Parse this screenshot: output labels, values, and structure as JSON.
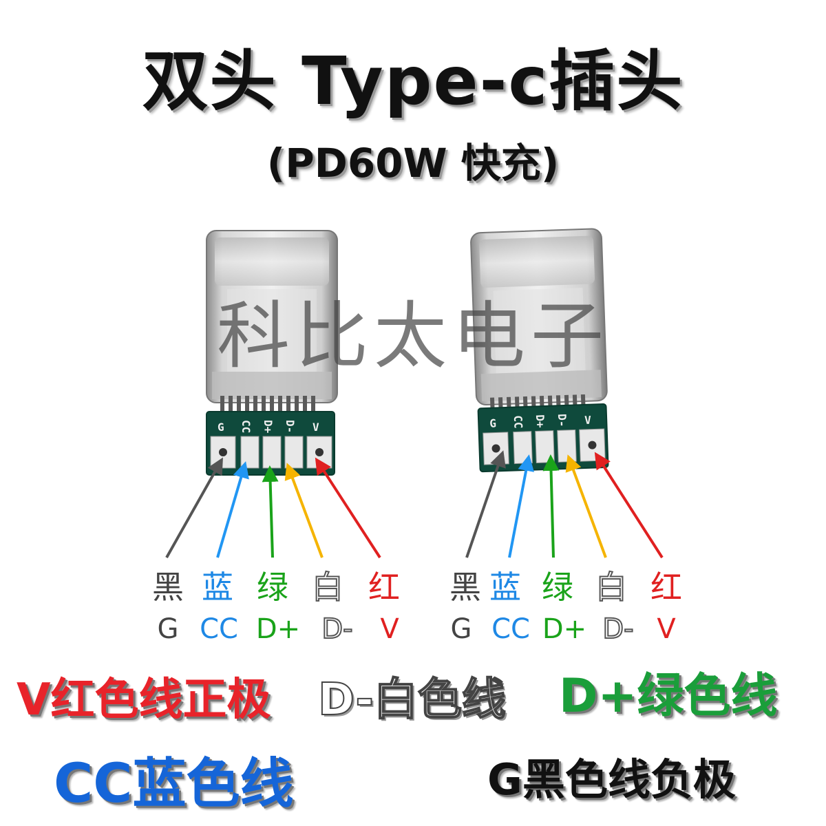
{
  "title": "双头 Type-c插头",
  "subtitle": "(PD60W 快充)",
  "watermark": "科比太电子",
  "board_silkscreen": [
    "G",
    "CC",
    "D+",
    "D-",
    "V"
  ],
  "connectors": [
    {
      "pins": [
        {
          "color_name": "黑",
          "code": "G",
          "color": "#444444"
        },
        {
          "color_name": "蓝",
          "code": "CC",
          "color": "#1e88e5"
        },
        {
          "color_name": "绿",
          "code": "D+",
          "color": "#1aa31a"
        },
        {
          "color_name": "白",
          "code": "D-",
          "color": "#ffffff"
        },
        {
          "color_name": "红",
          "code": "V",
          "color": "#e02020"
        }
      ]
    },
    {
      "pins": [
        {
          "color_name": "黑",
          "code": "G",
          "color": "#444444"
        },
        {
          "color_name": "蓝",
          "code": "CC",
          "color": "#1e88e5"
        },
        {
          "color_name": "绿",
          "code": "D+",
          "color": "#1aa31a"
        },
        {
          "color_name": "白",
          "code": "D-",
          "color": "#ffffff"
        },
        {
          "color_name": "红",
          "code": "V",
          "color": "#e02020"
        }
      ]
    }
  ],
  "arrow_colors": [
    "#555555",
    "#2196f3",
    "#1aa31a",
    "#f5b400",
    "#e02020"
  ],
  "legend": {
    "v_red": "V红色线正极",
    "d_minus_white": "D-白色线",
    "d_plus_green": "D+绿色线",
    "cc_blue": "CC蓝色线",
    "g_black": "G黑色线负极"
  },
  "legend_colors": {
    "v_red": "#e8232a",
    "d_minus_white": "#ffffff",
    "d_plus_green": "#1a9e3a",
    "cc_blue": "#1565d8",
    "g_black": "#111111"
  }
}
